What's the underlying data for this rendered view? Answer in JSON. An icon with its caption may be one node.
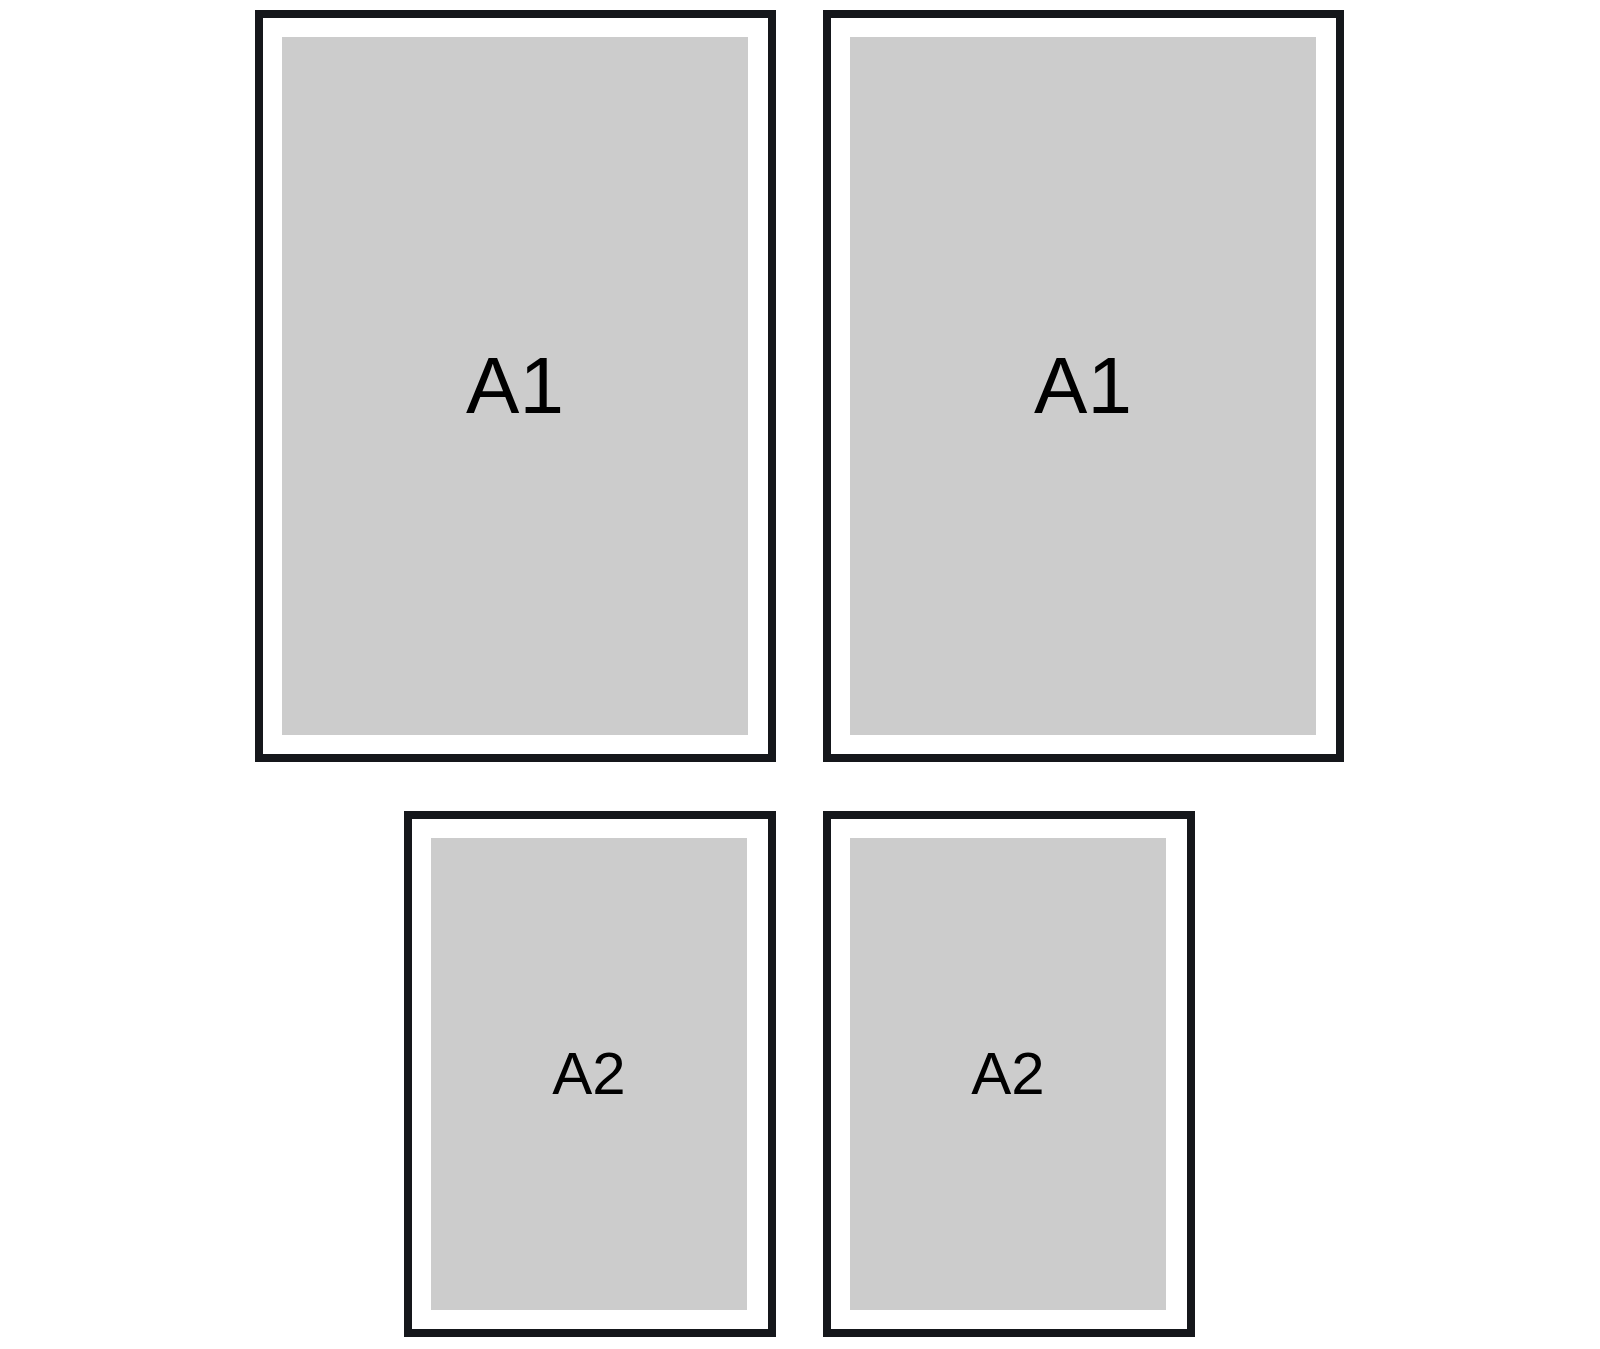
{
  "diagram": {
    "nodes": [
      {
        "text": [],
        "shape": "box"
      },
      {
        "text": [
          "A1"
        ],
        "in": 0
      },
      {
        "text": [],
        "shape": "box"
      },
      {
        "text": [
          "A1"
        ],
        "in": 2
      },
      {
        "text": [],
        "shape": "box"
      },
      {
        "text": [
          "A2"
        ],
        "in": 4
      },
      {
        "text": [],
        "shape": "box"
      },
      {
        "text": [
          "A2"
        ],
        "in": 6
      }
    ]
  }
}
